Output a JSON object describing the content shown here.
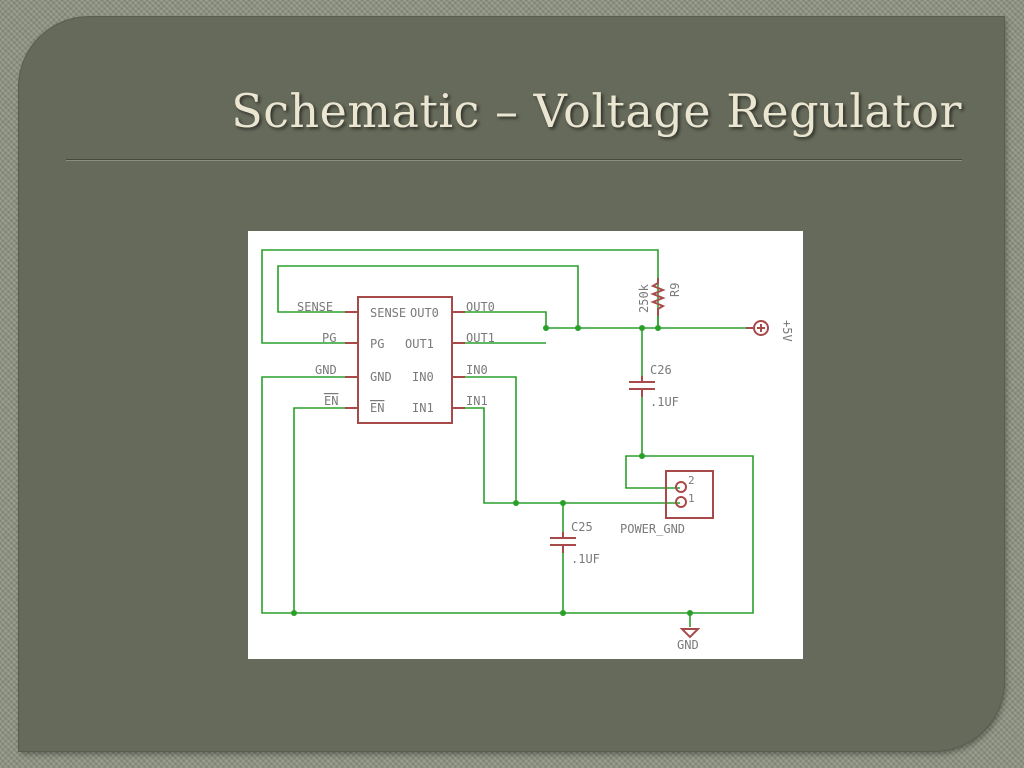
{
  "slide": {
    "title": "Schematic – Voltage Regulator"
  },
  "schematic": {
    "regulator": {
      "left_pins": [
        "SENSE",
        "PG",
        "GND",
        "EN"
      ],
      "inside_left": [
        "SENSE",
        "PG",
        "GND",
        "EN"
      ],
      "inside_right": [
        "OUT0",
        "OUT1",
        "IN0",
        "IN1"
      ],
      "right_pins": [
        "OUT0",
        "OUT1",
        "IN0",
        "IN1"
      ]
    },
    "r9": {
      "name": "R9",
      "value": "250k"
    },
    "c26": {
      "name": "C26",
      "value": ".1UF"
    },
    "c25": {
      "name": "C25",
      "value": ".1UF"
    },
    "power_gnd": {
      "name": "POWER_GND",
      "pin2": "2",
      "pin1": "1"
    },
    "supply": {
      "label": "+5V"
    },
    "ground": {
      "label": "GND"
    },
    "colors": {
      "wire": "#2aa02a",
      "part": "#a84a4a",
      "text": "#7a7a7a"
    }
  }
}
